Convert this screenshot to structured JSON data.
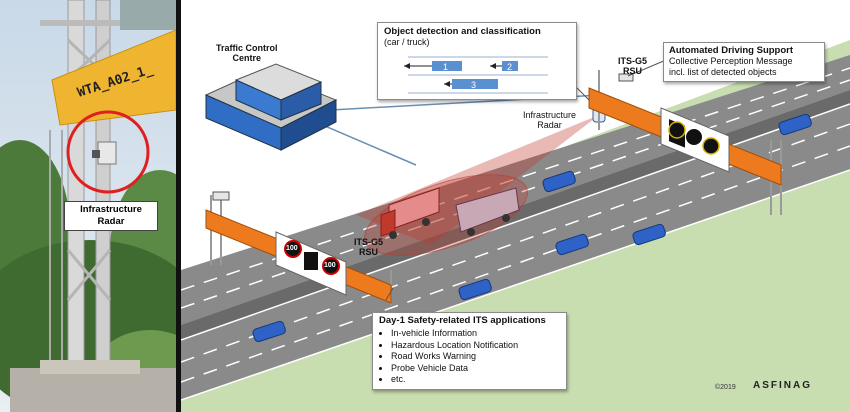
{
  "photo": {
    "sign_code": "WTA_A02_1_",
    "label_line1": "Infrastructure",
    "label_line2": "Radar"
  },
  "scene": {
    "tcc_line1": "Traffic Control",
    "tcc_line2": "Centre",
    "radar_line1": "Infrastructure",
    "radar_line2": "Radar",
    "rsu_right_line1": "ITS-G5",
    "rsu_right_line2": "RSU",
    "rsu_left_line1": "ITS-G5",
    "rsu_left_line2": "RSU",
    "sign_value": "100"
  },
  "detection_box": {
    "title": "Object detection and classification",
    "subtitle": "(car / truck)",
    "objects": [
      "1",
      "2",
      "3"
    ]
  },
  "ads_box": {
    "title": "Automated Driving Support",
    "line1": "Collective Perception Message",
    "line2": "incl. list of detected objects"
  },
  "day1_box": {
    "title": "Day-1 Safety-related ITS applications",
    "items": [
      "In-vehicle Information",
      "Hazardous Location Notification",
      "Road Works Warning",
      "Probe Vehicle Data",
      "etc."
    ]
  },
  "footer": {
    "copyright": "©2019",
    "brand": "ASFINAG"
  },
  "colors": {
    "grass": "#c8ddb0",
    "road": "#8a8a8a",
    "gantry_orange": "#ee7a1e",
    "car_blue": "#2f62c7",
    "detection_cone": "#c0392b",
    "building_blue": "#2f6ec4"
  }
}
